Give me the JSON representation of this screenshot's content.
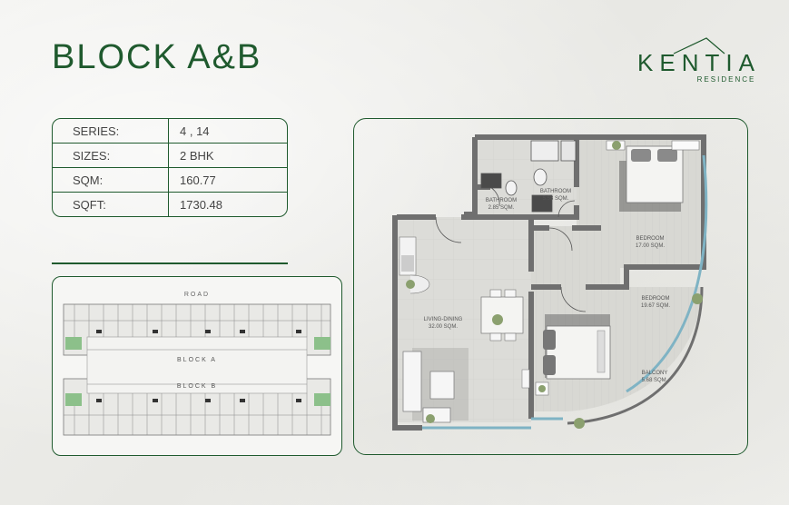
{
  "header": {
    "title": "BLOCK A&B"
  },
  "brand": {
    "name": "KENTIA",
    "sub": "RESIDENCE"
  },
  "specs": [
    {
      "label": "SERIES:",
      "value": "4 , 14"
    },
    {
      "label": "SIZES:",
      "value": "2 BHK"
    },
    {
      "label": "SQM:",
      "value": "160.77"
    },
    {
      "label": "SQFT:",
      "value": "1730.48"
    }
  ],
  "keyplan": {
    "road": "ROAD",
    "block_a": "BLOCK A",
    "block_b": "BLOCK B"
  },
  "floorplan": {
    "rooms": [
      {
        "name": "BATHROOM",
        "area": "2.85 SQM."
      },
      {
        "name": "BATHROOM",
        "area": "5.58 SQM."
      },
      {
        "name": "BEDROOM",
        "area": "17.00 SQM."
      },
      {
        "name": "LIVING-DINING",
        "area": "32.00 SQM."
      },
      {
        "name": "BEDROOM",
        "area": "19.67 SQM."
      },
      {
        "name": "BALCONY",
        "area": "5.68 SQM."
      }
    ]
  },
  "colors": {
    "brand_green": "#1f5a2e",
    "glass_blue": "#7fb3c4",
    "wall": "#6f6f6f"
  }
}
